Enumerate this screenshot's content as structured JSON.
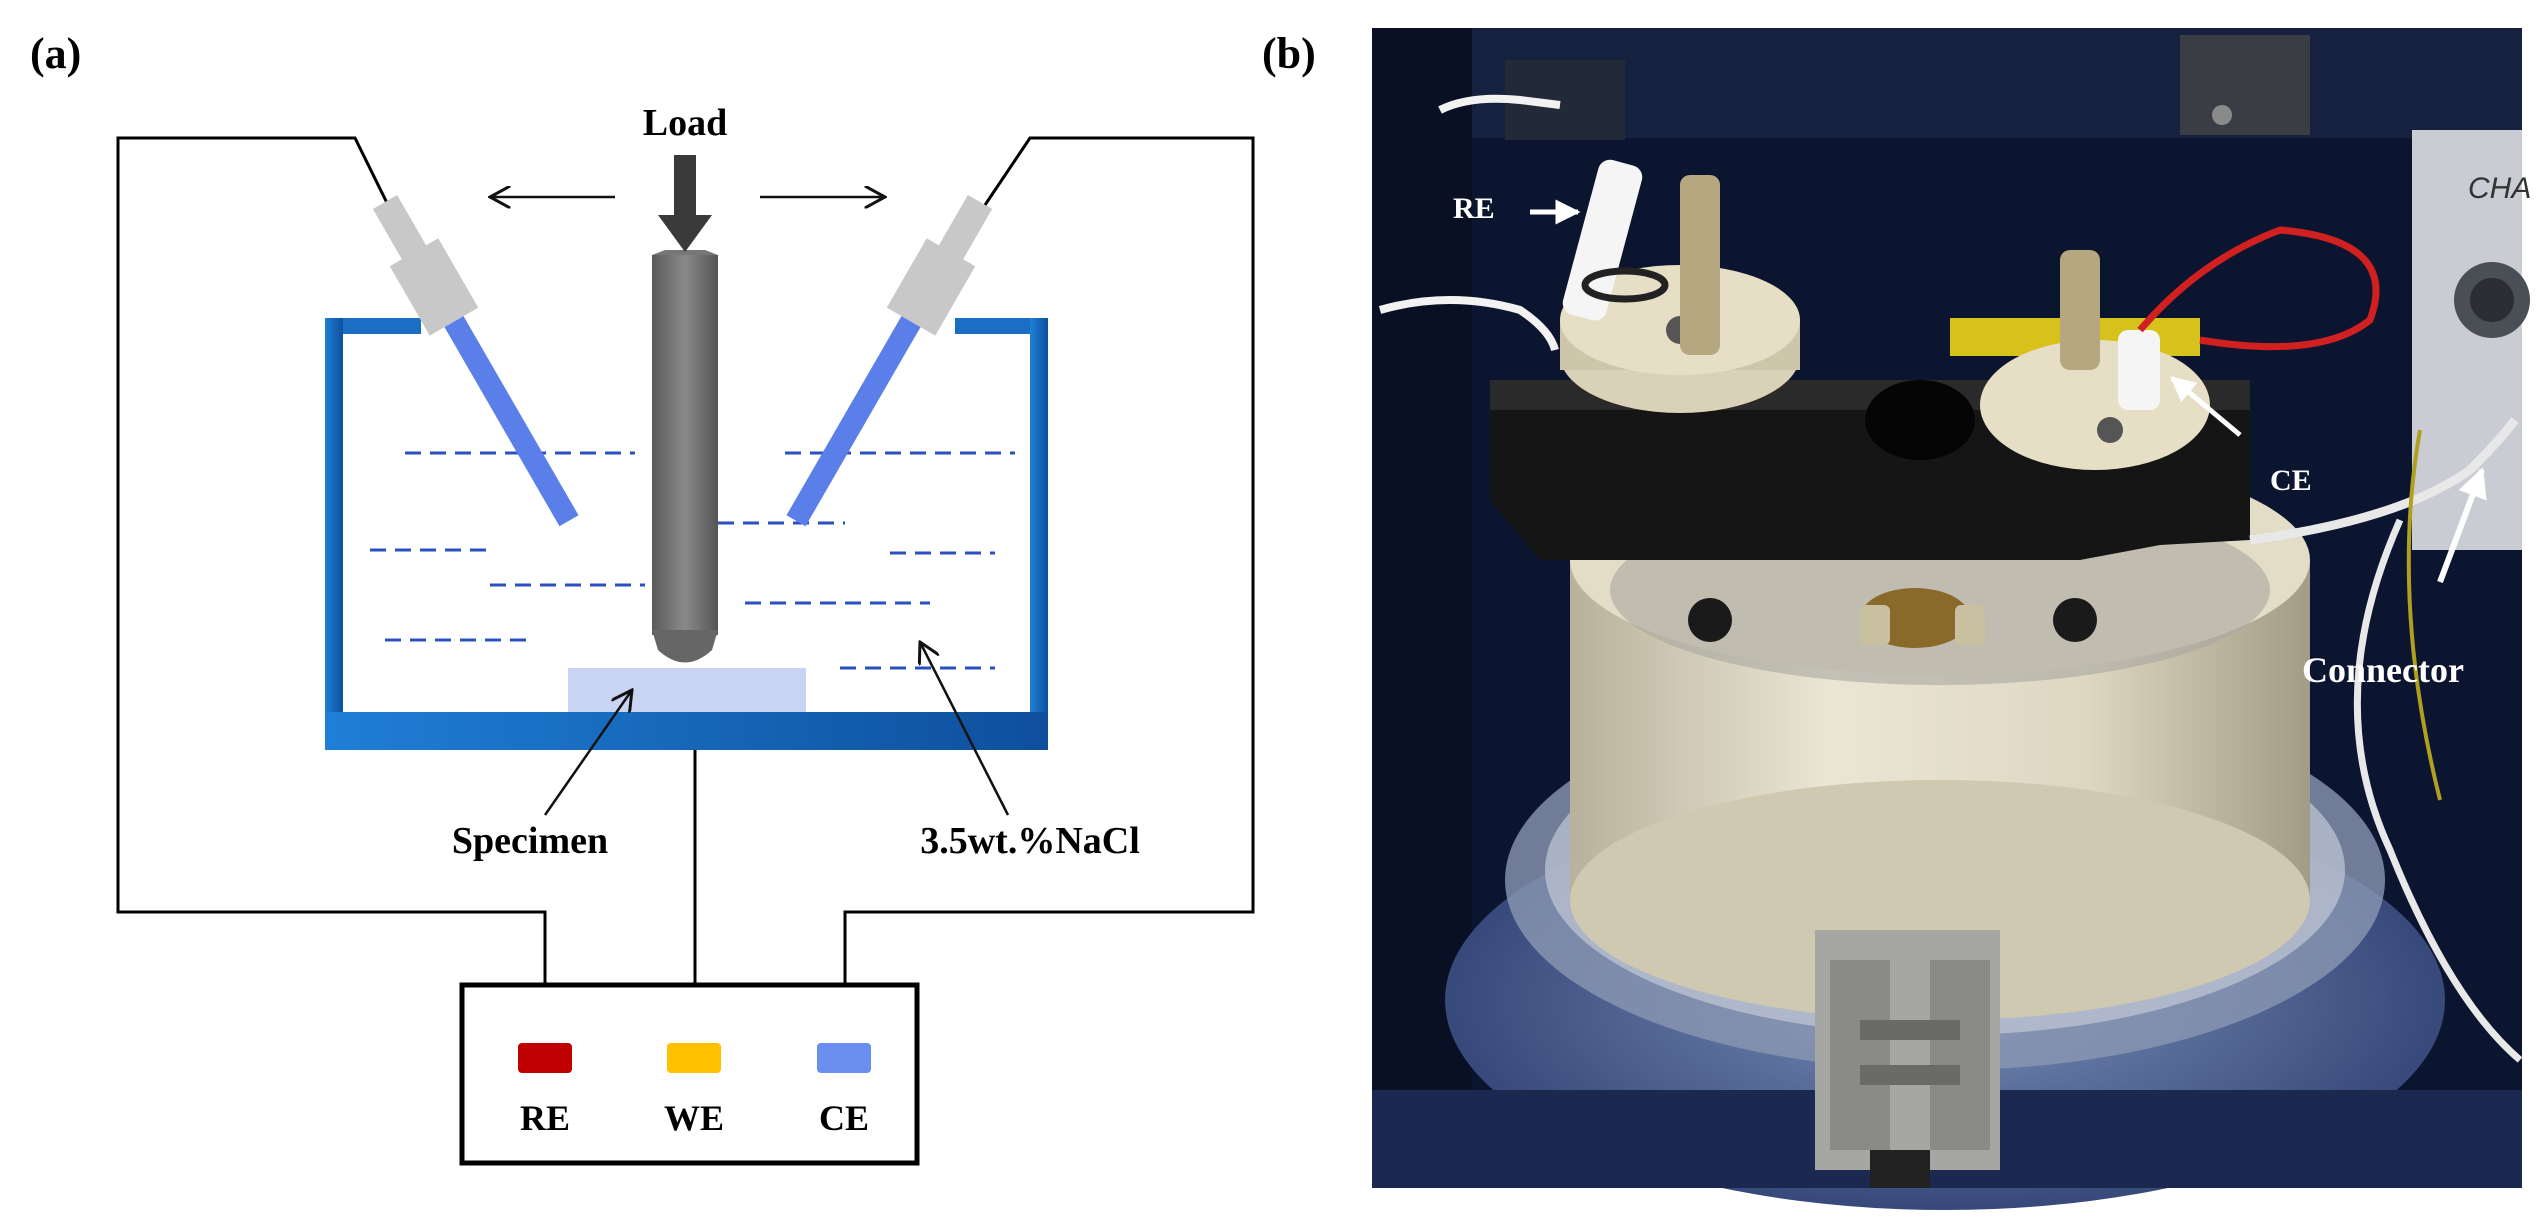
{
  "panel_a": {
    "label": "(a)",
    "load_label": "Load",
    "specimen_label": "Specimen",
    "solution_label": "3.5wt.%NaCl",
    "terminals": [
      {
        "label": "RE",
        "color": "#c00000"
      },
      {
        "label": "WE",
        "color": "#ffc000"
      },
      {
        "label": "CE",
        "color": "#6b8ff0"
      }
    ],
    "colors": {
      "cell": "#1a6fc4",
      "electrode_holder": "#c8c8c8",
      "electrode_tip": "#5b7fe8",
      "probe": "#6e6e6e",
      "specimen": "#c9d4f5",
      "electrolyte_lines": "#2a4fbf"
    }
  },
  "panel_b": {
    "label": "(b)",
    "callouts": {
      "re": "RE",
      "ce": "CE",
      "connector": "Connector",
      "cha": "CHA"
    }
  }
}
